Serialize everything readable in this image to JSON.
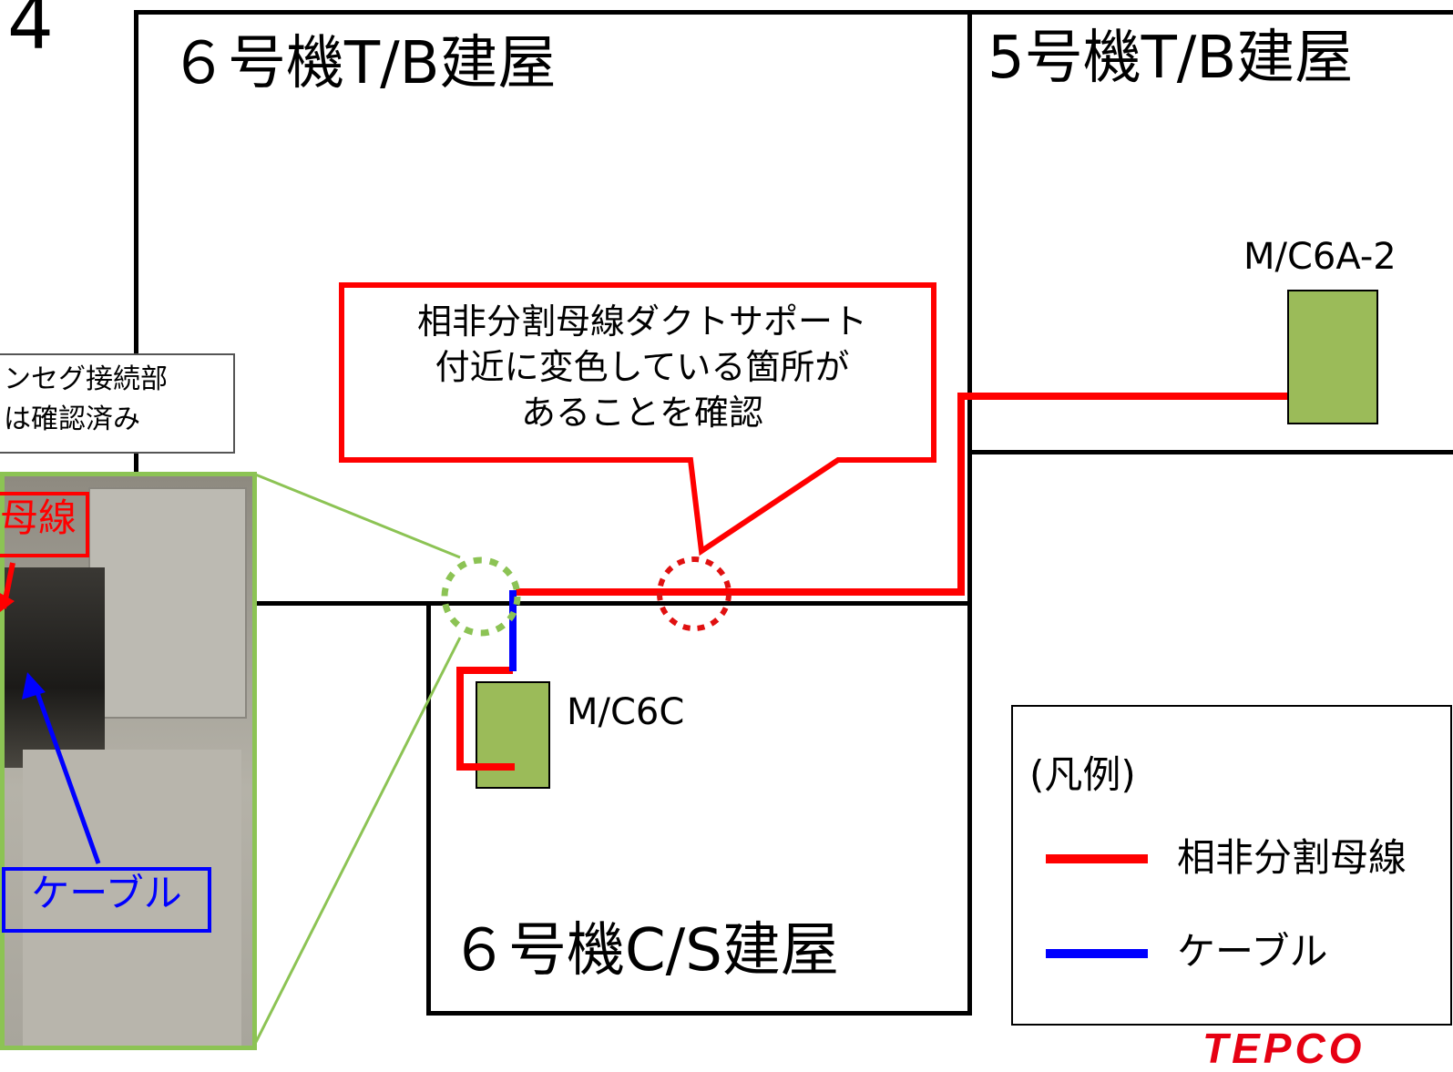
{
  "page_number": "4",
  "buildings": {
    "tb6": "６号機T/B建屋",
    "tb5": "5号機T/B建屋",
    "cs6": "６号機C/S建屋"
  },
  "equipment": {
    "mc6a2": "M/C6A-2",
    "mc6c": "M/C6C",
    "fill_color": "#9bbb59"
  },
  "callout": {
    "line1": "相非分割母線ダクトサポート",
    "line2": "付近に変色している箇所が",
    "line3": "あることを確認",
    "color": "#ff0000"
  },
  "note": {
    "line1": "ンセグ接続部",
    "line2": "は確認済み"
  },
  "photo": {
    "bus_tag": "母線",
    "cable_tag": "ケーブル",
    "frame_color": "#8cc354"
  },
  "legend": {
    "title": "(凡例)",
    "items": [
      {
        "label": "相非分割母線",
        "color": "#ff0000"
      },
      {
        "label": "ケーブル",
        "color": "#0000ff"
      }
    ]
  },
  "logo": "TEPCO",
  "colors": {
    "bus_duct": "#ff0000",
    "cable": "#0000ff",
    "highlight_green": "#8cc354"
  }
}
